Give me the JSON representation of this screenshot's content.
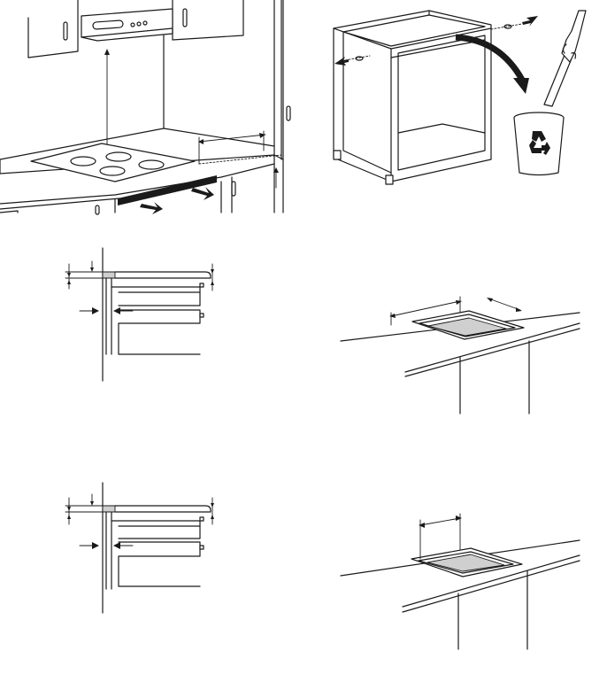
{
  "figures": [
    {
      "id": "kitchen-cabinet-installation",
      "icons": [
        "hood",
        "hob",
        "drawer-arrow"
      ]
    },
    {
      "id": "cabinet-shelf-removal",
      "icons": [
        "arrow",
        "recycle-bin",
        "hand"
      ]
    },
    {
      "id": "side-section-clearance-1",
      "icons": [
        "dimension-arrow"
      ]
    },
    {
      "id": "worktop-cutout-1",
      "icons": [
        "dimension-arrow"
      ]
    },
    {
      "id": "side-section-clearance-2",
      "icons": [
        "dimension-arrow"
      ]
    },
    {
      "id": "worktop-cutout-2",
      "icons": [
        "dimension-arrow"
      ]
    }
  ],
  "colors": {
    "line": "#1a1a1a",
    "cutout_fill": "#cfcfcf",
    "background": "#ffffff"
  }
}
